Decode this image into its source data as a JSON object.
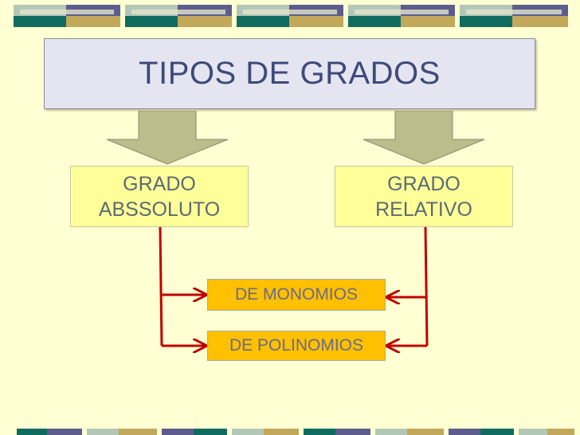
{
  "title": "TIPOS DE GRADOS",
  "left_box": {
    "line1": "GRADO",
    "line2": "ABSSOLUTO"
  },
  "right_box": {
    "line1": "GRADO",
    "line2": "RELATIVO"
  },
  "sub_boxes": {
    "monomios": "DE MONOMIOS",
    "polinomios": "DE POLINOMIOS"
  },
  "colors": {
    "background": "#ffffd3",
    "title_text": "#3d4a7a",
    "title_box": "#e5e5f1",
    "grado_box": "#ffff99",
    "sub_box": "#ffc000",
    "connector": "#c00000",
    "big_arrow": "#bcbc8c"
  }
}
